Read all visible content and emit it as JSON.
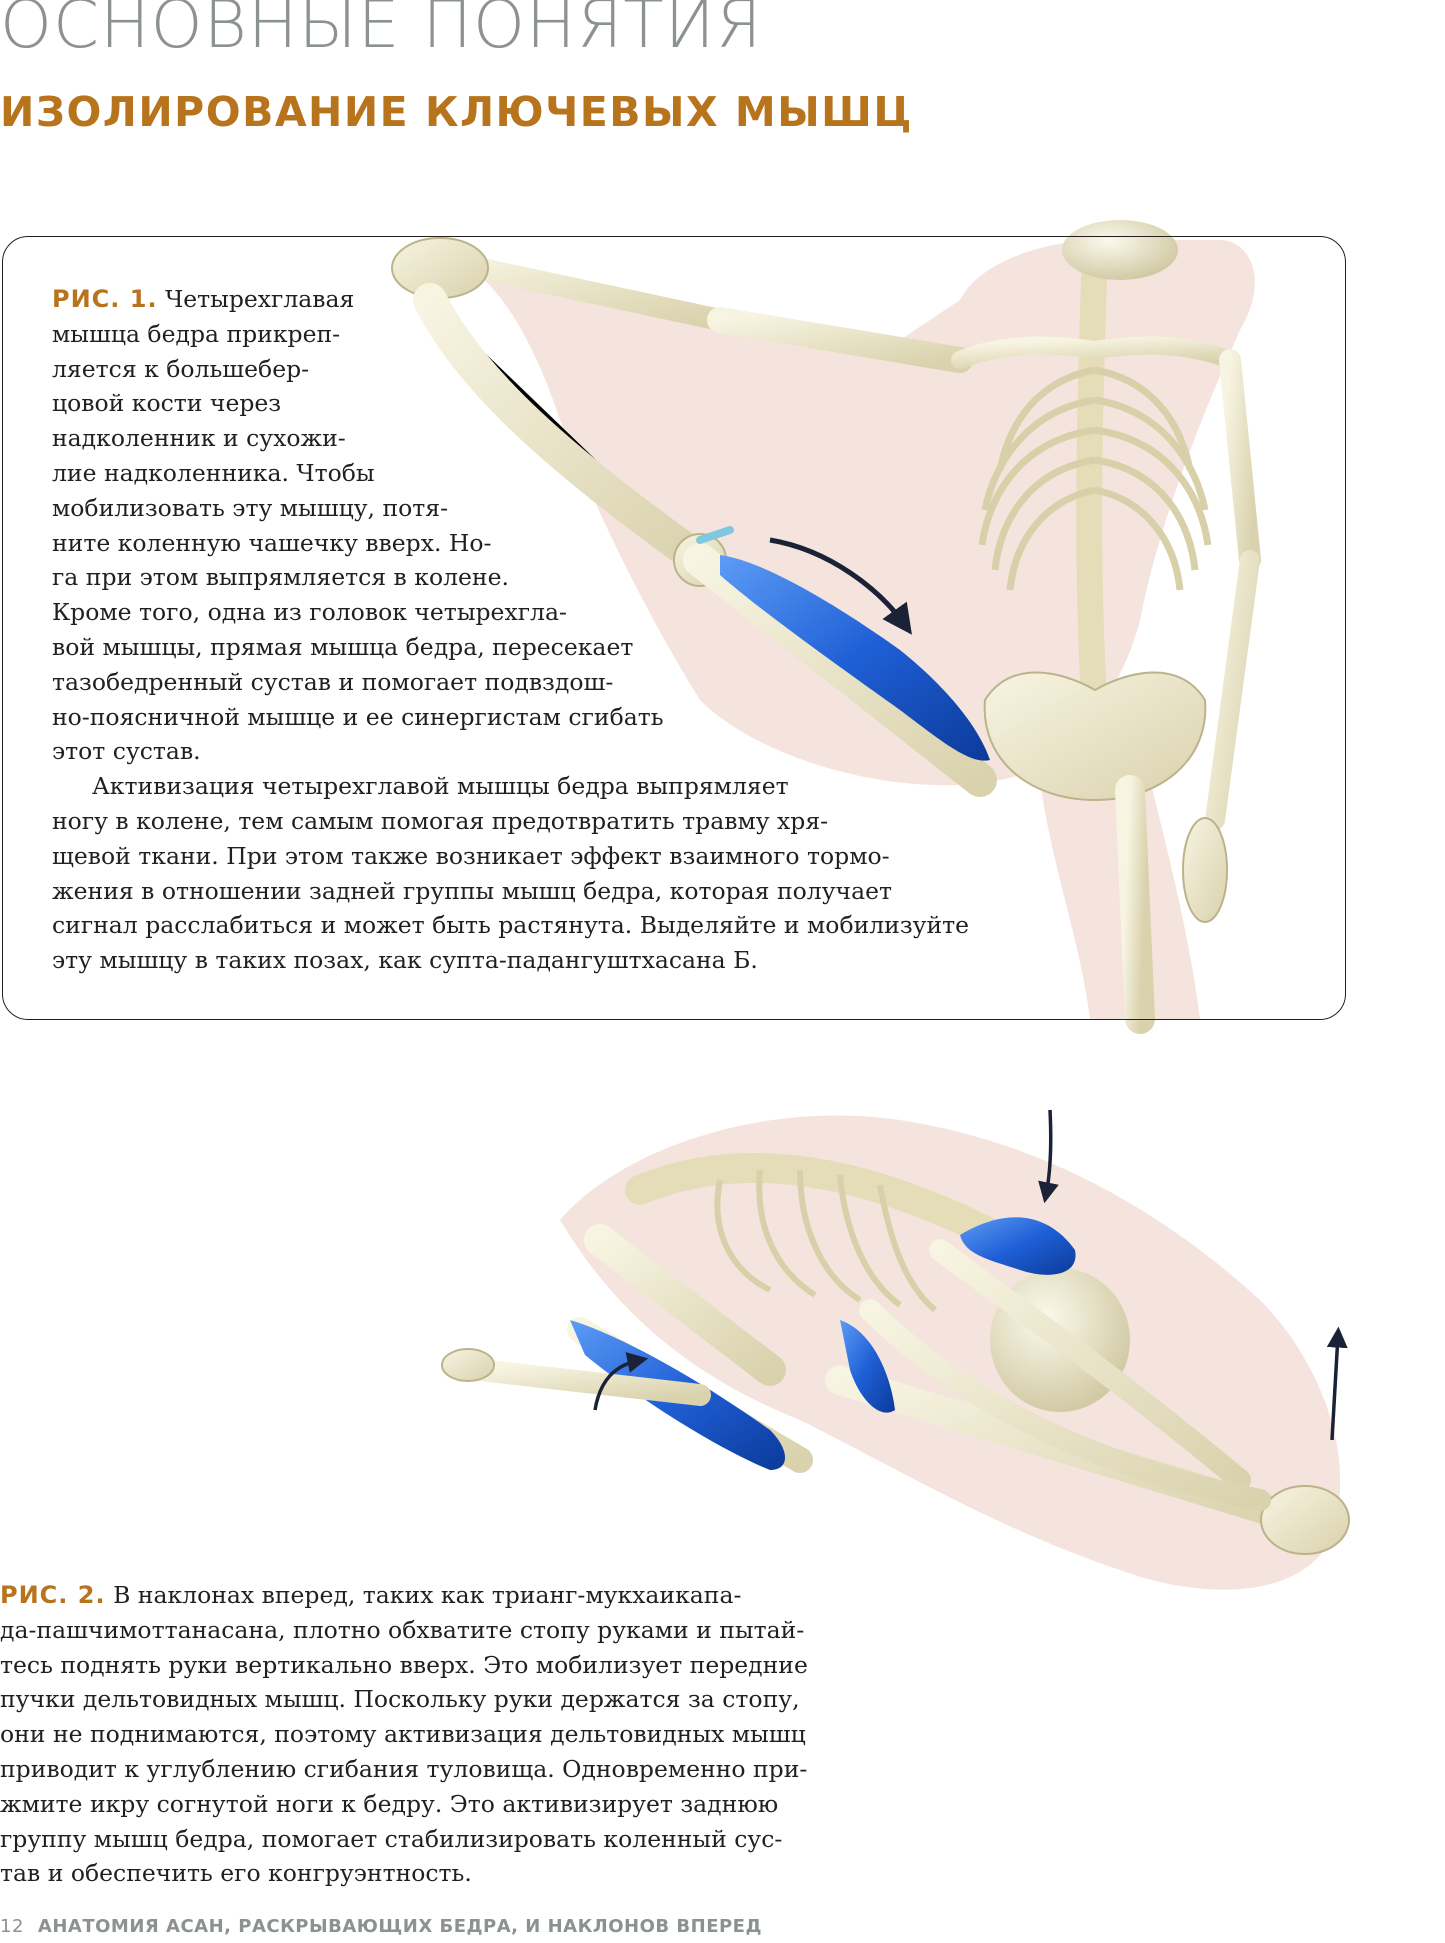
{
  "header": {
    "section": "ОСНОВНЫЕ ПОНЯТИЯ",
    "subsection": "ИЗОЛИРОВАНИЕ КЛЮЧЕВЫХ МЫШЦ"
  },
  "figure1": {
    "label": "РИС. 1.",
    "lines": [
      "Четырехглавая",
      "мышца бедра прикреп-",
      "ляется к большебер-",
      "цовой кости через",
      "надколенник и сухожи-",
      "лие надколенника. Чтобы",
      "мобилизовать эту мышцу, потя-",
      "ните коленную чашечку вверх. Но-",
      "га при этом выпрямляется в колене.",
      "Кроме того, одна из головок четырехгла-",
      "вой мышцы, прямая мышца бедра, пересекает",
      "тазобедренный сустав и помогает подвздош-",
      "но-поясничной мышце и ее синергистам сгибать",
      "этот сустав.",
      "Активизация четырехглавой мышцы бедра выпрямляет",
      "ногу в колене, тем самым помогая предотвратить травму хря-",
      "щевой ткани. При этом также возникает эффект взаимного тормо-",
      "жения в отношении задней группы мышц бедра, которая получает",
      "сигнал расслабиться и может быть растянута. Выделяйте и мобилизуйте",
      "эту мышцу в таких позах, как супта-падангуштхасана Б."
    ]
  },
  "figure2": {
    "label": "РИС. 2.",
    "lines": [
      "В наклонах вперед, таких как трианг-мукхаикапа-",
      "да-пашчимоттанасана, плотно обхватите стопу руками и пытай-",
      "тесь поднять руки вертикально вверх. Это мобилизует передние",
      "пучки дельтовидных мышц. Поскольку руки держатся за стопу,",
      "они не поднимаются, поэтому активизация дельтовидных мышц",
      "приводит к углублению сгибания туловища. Одновременно при-",
      "жмите икру согнутой ноги к бедру. Это активизирует заднюю",
      "группу мышц бедра, помогает стабилизировать коленный сус-",
      "тав и обеспечить его конгруэнтность."
    ]
  },
  "footer": {
    "page_number": "12",
    "running_title": "АНАТОМИЯ АСАН, РАСКРЫВАЮЩИХ БЕДРА, И НАКЛОНОВ ВПЕРЕД"
  },
  "colors": {
    "accent": "#b8741d",
    "title_gray": "#8c9191",
    "muscle_blue": "#1f63d6",
    "bone": "#ece7c9",
    "body_shadow": "#f2dcd6"
  }
}
